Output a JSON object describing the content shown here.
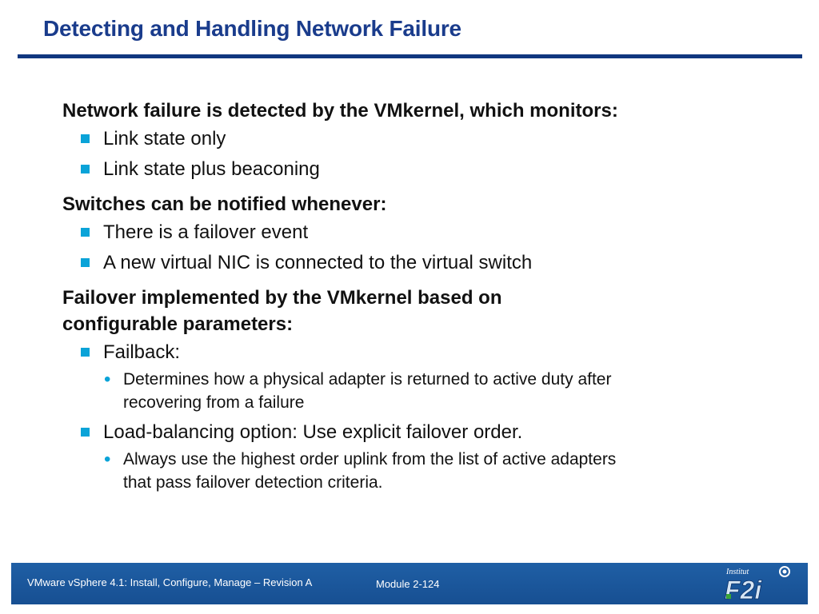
{
  "slide": {
    "title": "Detecting and Handling Network Failure"
  },
  "content": {
    "section1": {
      "heading": "Network failure is detected by the VMkernel, which monitors:",
      "items": [
        "Link state only",
        "Link state plus beaconing"
      ]
    },
    "section2": {
      "heading": "Switches can be notified whenever:",
      "items": [
        "There is a failover event",
        "A new virtual NIC is connected to the virtual switch"
      ]
    },
    "section3": {
      "heading": "Failover implemented by the VMkernel based on configurable parameters:",
      "failback": {
        "label": "Failback:",
        "detail": "Determines how a physical adapter is returned to active duty after recovering from a failure"
      },
      "load_balancing": {
        "label": "Load-balancing option: Use explicit failover order.",
        "detail": "Always use the highest order uplink from the list of active adapters that pass failover detection criteria."
      }
    }
  },
  "footer": {
    "course": "VMware vSphere 4.1: Install, Configure, Manage – Revision A",
    "module": "Module 2-124",
    "logo_text": "F2i",
    "logo_subtext": "Institut"
  },
  "colors": {
    "title": "#1a3c8c",
    "rule": "#10377f",
    "bullet": "#0aa3d8",
    "footer_bg": "#1f5fa5"
  }
}
